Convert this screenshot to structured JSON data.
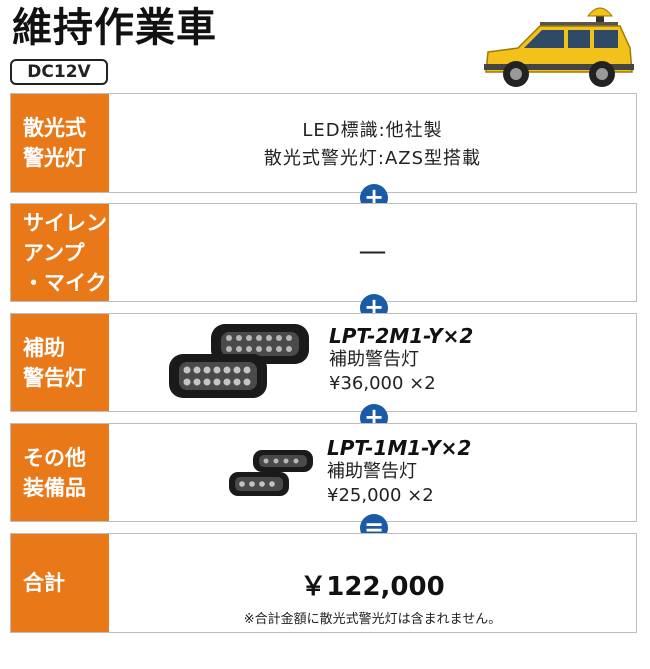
{
  "header": {
    "title": "維持作業車",
    "voltage": "DC12V"
  },
  "rows": [
    {
      "label_lines": [
        "散光式",
        "警光灯"
      ],
      "content_lines": [
        "LED標識:他社製",
        "散光式警光灯:AZS型搭載"
      ]
    },
    {
      "label_lines": [
        "サイレン",
        "アンプ",
        "・マイク"
      ],
      "content": "—"
    },
    {
      "label_lines": [
        "補助",
        "警告灯"
      ],
      "product": {
        "model": "LPT-2M1-Y×2",
        "name": "補助警告灯",
        "price": "¥36,000 ×2"
      }
    },
    {
      "label_lines": [
        "その他",
        "装備品"
      ],
      "product": {
        "model": "LPT-1M1-Y×2",
        "name": "補助警告灯",
        "price": "¥25,000 ×2"
      }
    },
    {
      "label_lines": [
        "合計"
      ],
      "total": "￥122,000",
      "note": "※合計金額に散光式警光灯は含まれません。"
    }
  ],
  "operators": [
    "+",
    "+",
    "+",
    "="
  ],
  "colors": {
    "label_bg": "#e87818",
    "operator_bg": "#1b5aa6",
    "vehicle_body": "#f2c11a"
  },
  "icons": {
    "vehicle": "yellow-suv-with-beacon-icon",
    "light_bar": "led-warning-light-icon"
  }
}
